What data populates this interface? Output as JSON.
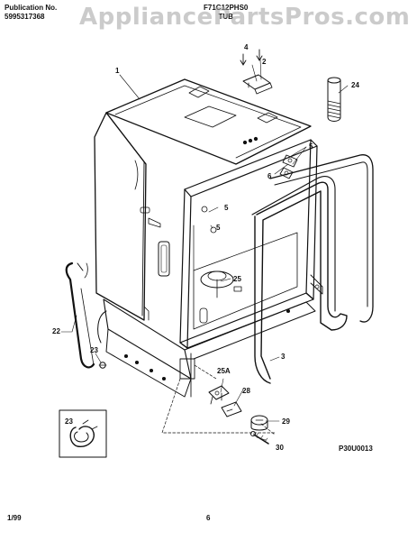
{
  "header": {
    "publication_label": "Publication No.",
    "publication_number": "5995317368",
    "model": "F71C12PHS0",
    "section_title": "TUB"
  },
  "watermark": "AppliancePartsPros.com",
  "footer": {
    "date": "1/99",
    "page": "6"
  },
  "diagram_code": "P30U0013",
  "callouts": {
    "c1": "1",
    "c2": "2",
    "c3": "3",
    "c4": "4",
    "c5a": "5",
    "c5b": "5",
    "c5c": "5",
    "c6": "6",
    "c22": "22",
    "c23": "23",
    "c23b": "23",
    "c24": "24",
    "c25": "25",
    "c25a": "25A",
    "c28": "28",
    "c29": "29",
    "c30": "30"
  }
}
